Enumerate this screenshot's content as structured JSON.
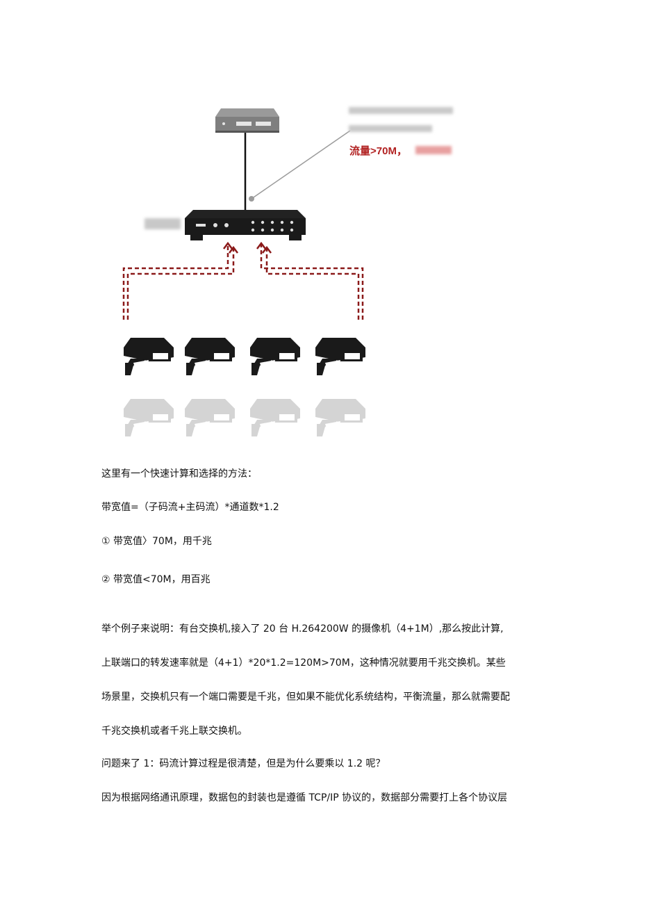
{
  "figure": {
    "callout_traffic": "流量>70M，"
  },
  "text": {
    "line1": "这里有一个快速计算和选择的方法：",
    "line2": "带宽值=（子码流+主码流）*通道数*1.2",
    "line3": "①  带宽值〉70M，用千兆",
    "line4": "②  带宽值<70M，用百兆",
    "line5": "举个例子来说明：有台交换机,接入了 20 台 H.264200W 的摄像机（4+1M）,那么按此计算,",
    "line6": "上联端口的转发速率就是（4+1）*20*1.2=120M>70M，这种情况就要用千兆交换机。某些",
    "line7": "场景里，交换机只有一个端口需要是千兆，但如果不能优化系统结构，平衡流量，那么就需要配",
    "line8": "千兆交换机或者千兆上联交换机。",
    "line9": "问题来了 1：码流计算过程是很清楚，但是为什么要乘以 1.2 呢？",
    "line10": "因为根据网络通讯原理，数据包的封装也是遵循 TCP/IP 协议的，数据部分需要打上各个协议层"
  }
}
